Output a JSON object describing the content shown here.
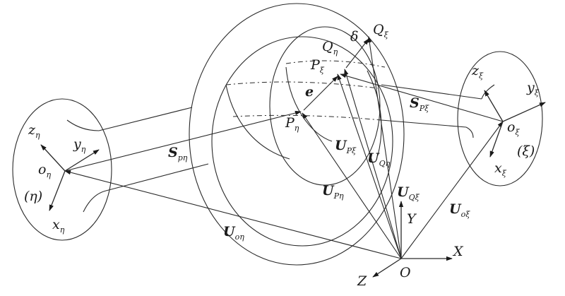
{
  "labels": {
    "Q_xi": {
      "main": "Q",
      "sub": "ξ"
    },
    "Q_eta": {
      "main": "Q",
      "sub": "η"
    },
    "delta": {
      "main": "δ",
      "sub": ""
    },
    "P_xi": {
      "main": "P",
      "sub": "ξ"
    },
    "P_eta": {
      "main": "P",
      "sub": "η"
    },
    "e": {
      "main": "e",
      "sub": ""
    },
    "S_Pxi": {
      "main": "S",
      "sub": "Pξ"
    },
    "S_peta": {
      "main": "S",
      "sub": "pη"
    },
    "U_Pxi": {
      "main": "U",
      "sub": "Pξ"
    },
    "U_Qeta": {
      "main": "U",
      "sub": "Qη"
    },
    "U_Peta": {
      "main": "U",
      "sub": "Pη"
    },
    "U_Qxi": {
      "main": "U",
      "sub": "Qξ"
    },
    "U_oxi": {
      "main": "U",
      "sub": "oξ"
    },
    "U_oeta": {
      "main": "U",
      "sub": "oη"
    },
    "z_eta": {
      "main": "z",
      "sub": "η"
    },
    "y_eta": {
      "main": "y",
      "sub": "η"
    },
    "o_eta": {
      "main": "o",
      "sub": "η"
    },
    "x_eta": {
      "main": "x",
      "sub": "η"
    },
    "eta_frame": {
      "main": "(η)",
      "sub": ""
    },
    "z_xi": {
      "main": "z",
      "sub": "ξ"
    },
    "y_xi": {
      "main": "y",
      "sub": "ξ"
    },
    "o_xi": {
      "main": "o",
      "sub": "ξ"
    },
    "x_xi": {
      "main": "x",
      "sub": "ξ"
    },
    "xi_frame": {
      "main": "(ξ)",
      "sub": ""
    },
    "X": {
      "main": "X",
      "sub": ""
    },
    "Y": {
      "main": "Y",
      "sub": ""
    },
    "Z": {
      "main": "Z",
      "sub": ""
    },
    "O": {
      "main": "O",
      "sub": ""
    }
  }
}
